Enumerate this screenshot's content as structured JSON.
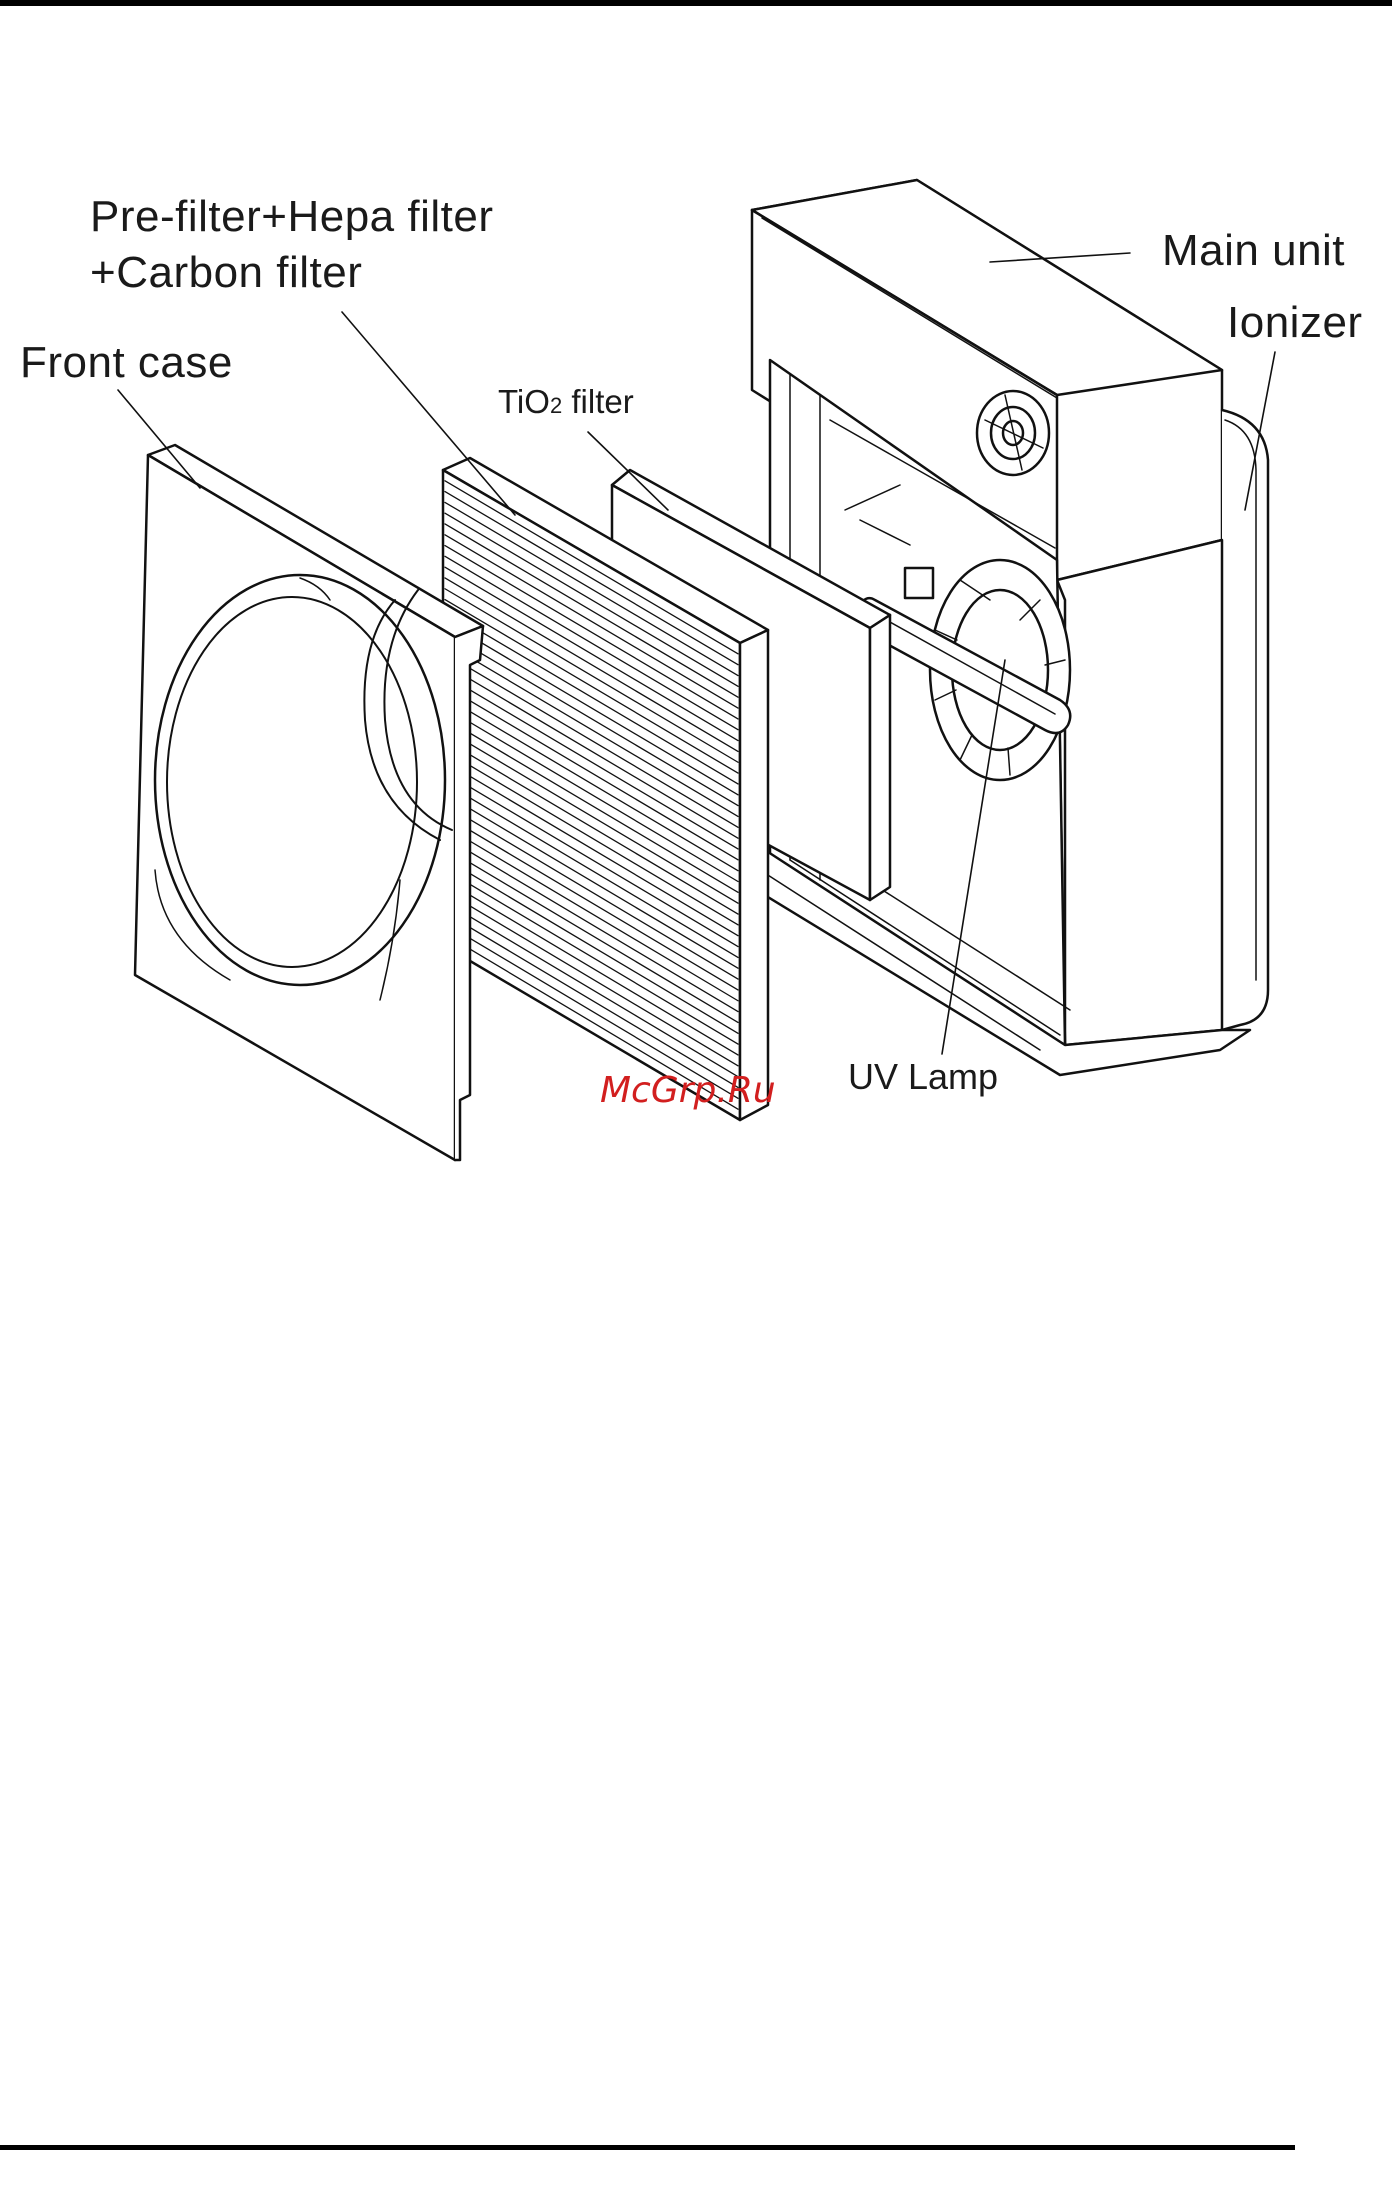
{
  "labels": {
    "prefilter_line1": "Pre-filter+Hepa filter",
    "prefilter_line2": "+Carbon filter",
    "front_case": "Front case",
    "tio2_main": "TiO",
    "tio2_sub": "2",
    "tio2_rest": " filter",
    "main_unit": "Main unit",
    "ionizer": "Ionizer",
    "uv_lamp": "UV Lamp"
  },
  "watermark": "McGrp.Ru",
  "colors": {
    "line": "#111111",
    "watermark": "#d21f1f",
    "background": "#ffffff"
  }
}
